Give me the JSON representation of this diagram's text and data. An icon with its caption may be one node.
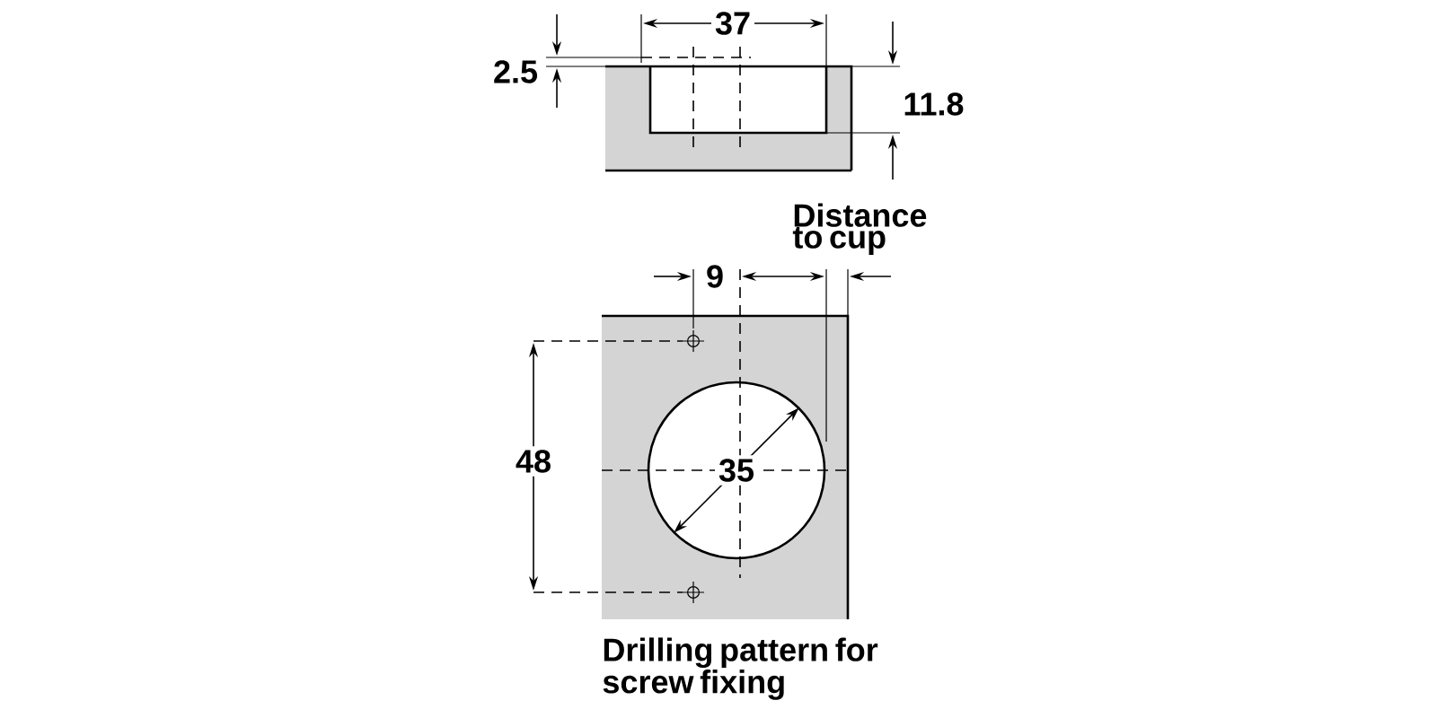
{
  "diagram": {
    "caption": "Drilling pattern for screw fixing",
    "labels": [
      "37",
      "2.5",
      "11.8",
      "Distance to cup",
      "9",
      "48",
      "35"
    ]
  }
}
